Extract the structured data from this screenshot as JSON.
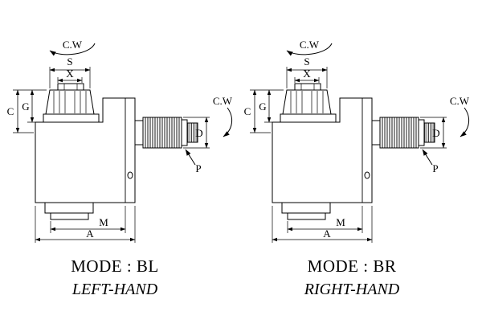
{
  "colors": {
    "line": "#000000",
    "background": "#ffffff"
  },
  "drawings": [
    {
      "id": "left",
      "mode_label": "MODE : BL",
      "hand_label": "LEFT-HAND",
      "dims": {
        "cw_top": "C.W",
        "s": "S",
        "x": "X",
        "g": "G",
        "c": "C",
        "cw_side": "C.W",
        "d": "D",
        "p": "P",
        "m": "M",
        "a": "A"
      }
    },
    {
      "id": "right",
      "mode_label": "MODE : BR",
      "hand_label": "RIGHT-HAND",
      "dims": {
        "cw_top": "C.W",
        "s": "S",
        "x": "X",
        "g": "G",
        "c": "C",
        "cw_side": "C.W",
        "d": "D",
        "p": "P",
        "m": "M",
        "a": "A"
      }
    }
  ]
}
